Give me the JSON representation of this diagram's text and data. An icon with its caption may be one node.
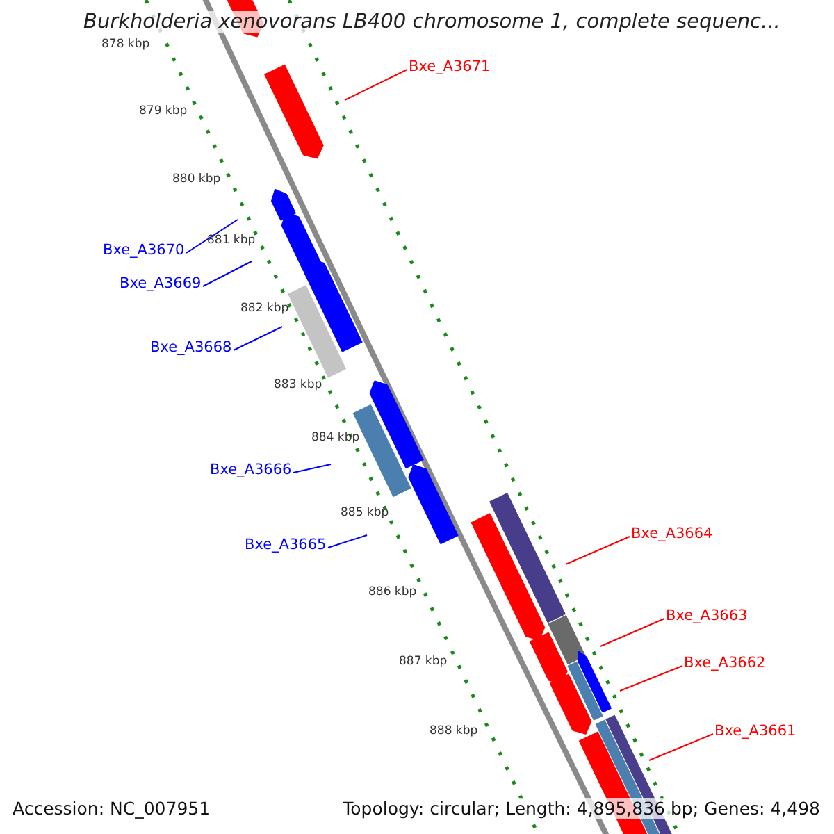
{
  "diagram": {
    "title": "Burkholderia xenovorans LB400 chromosome 1, complete sequenc...",
    "nodes": [
      {
        "text": [
          "Bxe_A3671"
        ]
      },
      {
        "text": [
          "Bxe_A3670"
        ]
      },
      {
        "text": [
          "Bxe_A3669"
        ]
      },
      {
        "text": [
          "Bxe_A3668"
        ]
      },
      {
        "text": [
          "Bxe_A3666"
        ]
      },
      {
        "text": [
          "Bxe_A3665"
        ]
      },
      {
        "text": [
          "Bxe_A3664"
        ]
      },
      {
        "text": [
          "Bxe_A3663"
        ]
      },
      {
        "text": [
          "Bxe_A3662"
        ]
      },
      {
        "text": [
          "Bxe_A3661"
        ]
      }
    ],
    "edges": [
      {
        "from": 0,
        "to": null,
        "arrow": "none"
      },
      {
        "from": 1,
        "to": null,
        "arrow": "none",
        "color": "#0000ff"
      },
      {
        "from": 2,
        "to": null,
        "arrow": "none",
        "color": "#0000ff"
      },
      {
        "from": 3,
        "to": null,
        "arrow": "none",
        "color": "#0000ff"
      },
      {
        "from": 4,
        "to": null,
        "arrow": "none",
        "color": "#0000ff"
      },
      {
        "from": 5,
        "to": null,
        "arrow": "none",
        "color": "#0000ff"
      },
      {
        "from": 6,
        "to": null,
        "arrow": "none"
      },
      {
        "from": 7,
        "to": null,
        "arrow": "none"
      },
      {
        "from": 8,
        "to": null,
        "arrow": "none"
      },
      {
        "from": 9,
        "to": null,
        "arrow": "none"
      }
    ],
    "labels": [
      "878 kbp",
      "879 kbp",
      "880 kbp",
      "881 kbp",
      "882 kbp",
      "883 kbp",
      "884 kbp",
      "885 kbp",
      "886 kbp",
      "887 kbp",
      "888 kbp",
      "Accession: NC_007951",
      "Topology: circular; Length: 4,895,836 bp; Genes: 4,498"
    ]
  }
}
